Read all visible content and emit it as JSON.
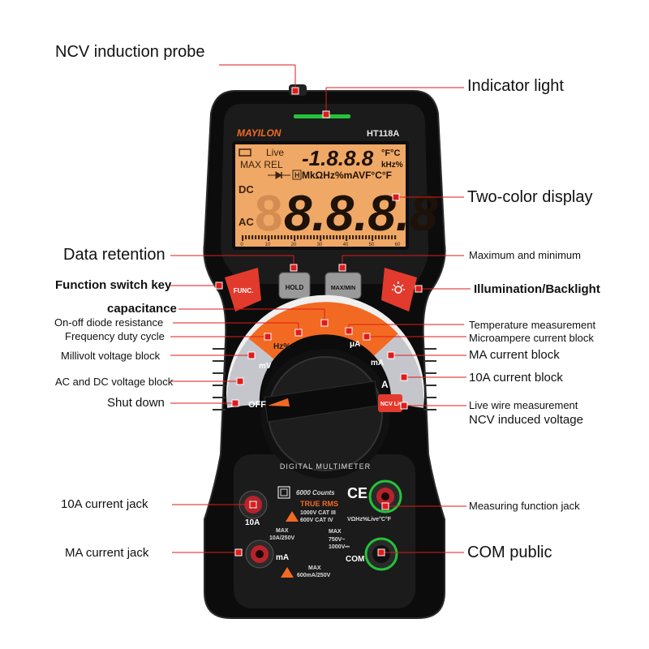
{
  "colors": {
    "body": "#1a1a1a",
    "shell": "#0c0c0c",
    "lcd": "#f0a866",
    "orange": "#f26a22",
    "red_key": "#e23b2d",
    "green": "#25c23a",
    "leader": "#e11a1a"
  },
  "device": {
    "brand": "MAYILON",
    "model": "HT118A",
    "lcd": {
      "live": "Live",
      "max_rel": "MAX REL",
      "h_symbol": "H",
      "aux_digits": "-1.8.8.8",
      "aux_unit_1": "°F°C",
      "aux_unit_2": "kHz%",
      "units_row": "MkΩHz%mAVF°C°F",
      "dc": "DC",
      "ac": "AC",
      "main_digit_ghost": "8",
      "main_digits": "8.8.8.8",
      "scale": [
        "0",
        "10",
        "20",
        "30",
        "40",
        "50",
        "60"
      ]
    },
    "buttons": {
      "func": "FUNC.",
      "hold": "HOLD",
      "maxmin": "MAX/MIN"
    },
    "dial": {
      "off": "OFF",
      "mv": "mV",
      "hz": "Hz%",
      "ua": "μA",
      "ma": "mA",
      "a": "A",
      "ncv": "NCV Live"
    },
    "dial_title": "DIGITAL MULTIMETER",
    "counts": "6000 Counts",
    "true_rms": "TRUE RMS",
    "cat_rating_1": "1000V CAT III",
    "cat_rating_2": "600V CAT IV",
    "jack_10a": "10A",
    "jack_ma": "mA",
    "jack_com": "COM",
    "max_label": "MAX",
    "max_10a": "10A/250V",
    "max_ma": "600mA/250V",
    "max_v1": "750V~",
    "max_v2": "1000V⎓",
    "vjack_label": "VΩHz%Live°C°F",
    "ce": "CE"
  },
  "labels": {
    "ncv_probe": "NCV induction probe",
    "indicator": "Indicator light",
    "display": "Two-color display",
    "data_retention": "Data retention",
    "maxmin": "Maximum and minimum",
    "function_key": "Function switch key",
    "backlight": "Illumination/Backlight",
    "capacitance": "capacitance",
    "diode": "On-off diode resistance",
    "temperature": "Temperature measurement",
    "frequency": "Frequency duty cycle",
    "microampere": "Microampere current block",
    "millivolt": "Millivolt voltage block",
    "ma_block": "MA current block",
    "acdc": "AC and DC voltage block",
    "ten_a_block": "10A current block",
    "shutdown": "Shut down",
    "live_wire": "Live wire measurement",
    "ncv_voltage": "NCV induced voltage",
    "jack_10a": "10A current jack",
    "measuring_jack": "Measuring function jack",
    "ma_jack": "MA current jack",
    "com_public": "COM public"
  }
}
